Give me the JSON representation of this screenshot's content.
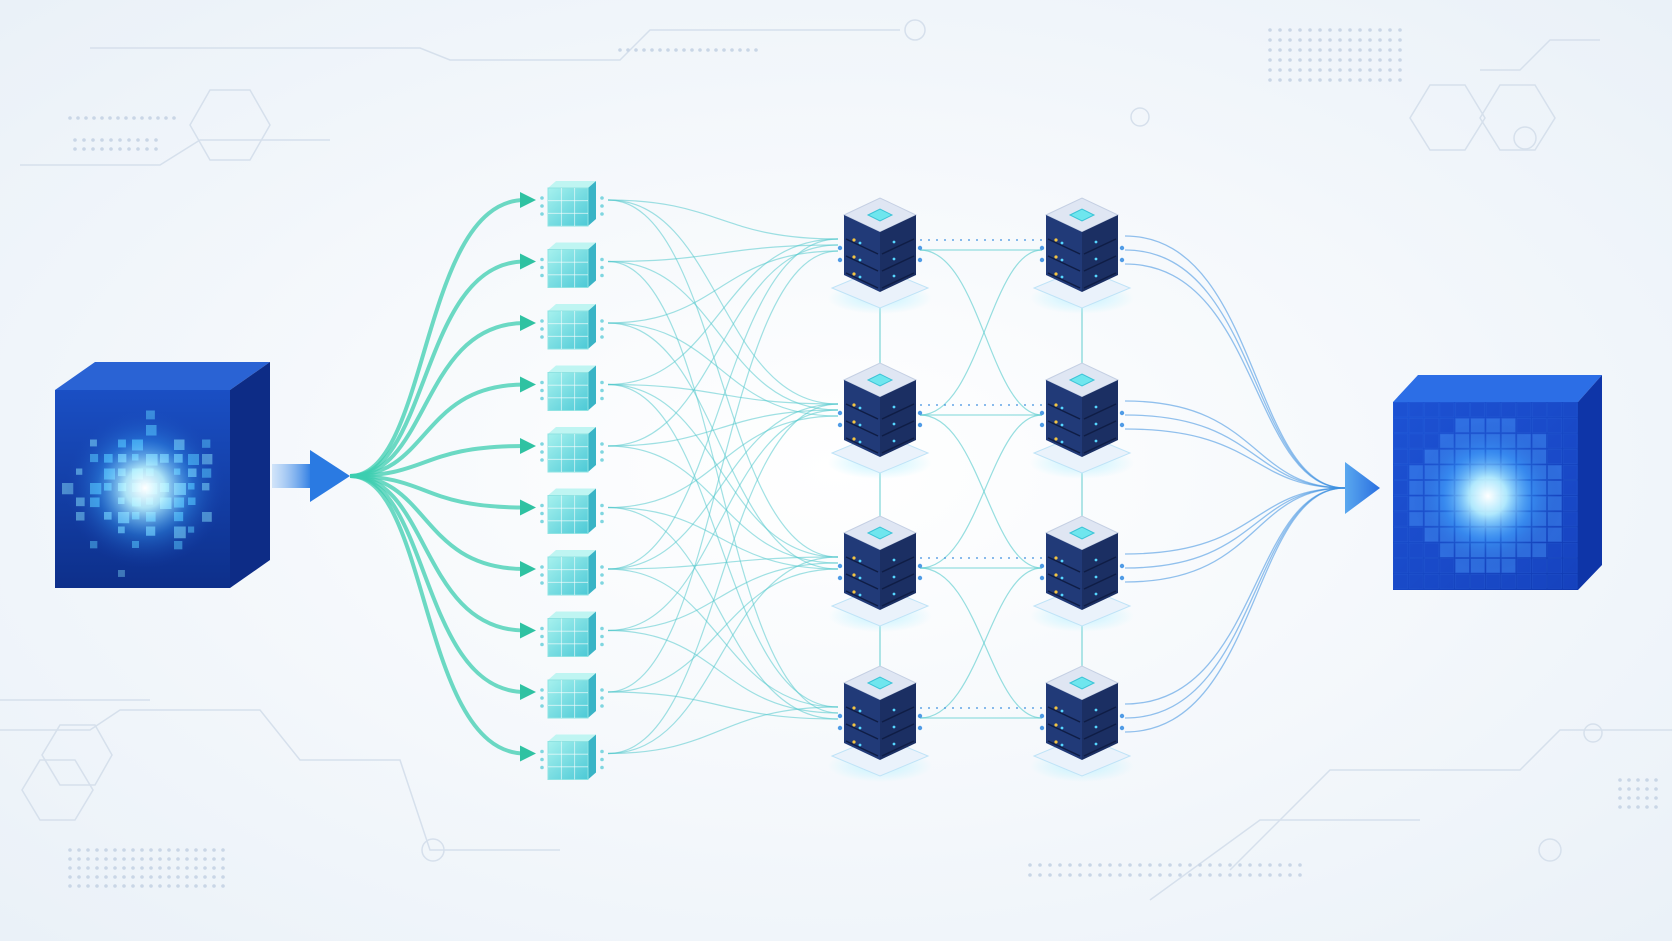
{
  "diagram": {
    "title": "",
    "labels": [],
    "source_block": {
      "icon": "pixelated-data-cube-icon"
    },
    "chunks": {
      "count": 10,
      "icon": "small-data-cube-icon"
    },
    "servers": {
      "columns": 2,
      "rows": 4,
      "icon": "server-rack-icon"
    },
    "target_block": {
      "icon": "assembled-data-cube-icon"
    }
  },
  "colors": {
    "background": "#f3f7fb",
    "split_arrows": "#3ccdb0",
    "chunk_cubes": "#6fe0da",
    "teal_links": "#52c9cc",
    "blue_links": "#3d8fe0",
    "server_body": "#1b2f63",
    "server_top": "#dfe6f3",
    "source_cube": "#1745b8",
    "target_cube": "#1a4fd6",
    "glow": "#bdf4ff",
    "circuit_lines": "#d6e0ec"
  }
}
